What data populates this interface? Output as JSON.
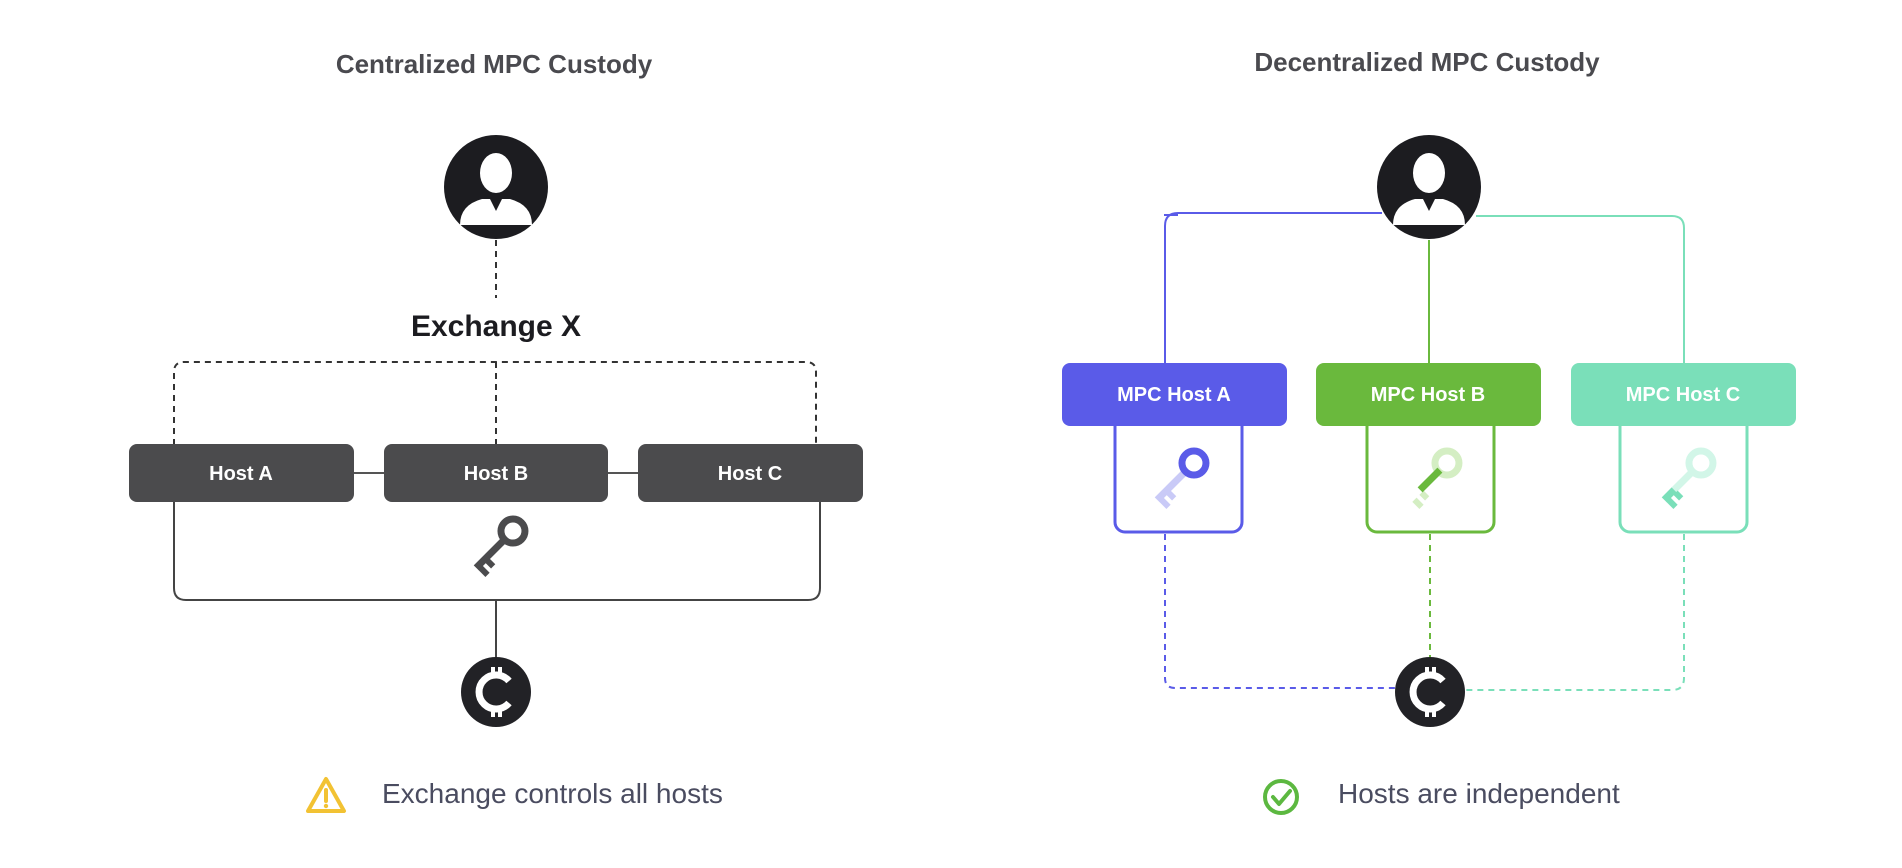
{
  "left": {
    "title": "Centralized MPC Custody",
    "exchange_label": "Exchange X",
    "hosts": [
      "Host A",
      "Host B",
      "Host C"
    ],
    "caption": "Exchange controls all hosts",
    "caption_icon": "warning-icon"
  },
  "right": {
    "title": "Decentralized MPC Custody",
    "hosts": [
      "MPC Host A",
      "MPC Host B",
      "MPC Host C"
    ],
    "caption": "Hosts are independent",
    "caption_icon": "check-circle-icon"
  },
  "colors": {
    "dark_host": "#4b4b4d",
    "icon_dark": "#1c1c20",
    "host_a": "#5a5be8",
    "host_a_light": "#c9caf7",
    "host_b": "#6ab93d",
    "host_b_light": "#d4eec3",
    "host_c": "#7adfb9",
    "host_c_light": "#d2f6e8",
    "warning": "#f2c233",
    "success": "#5cb840"
  }
}
